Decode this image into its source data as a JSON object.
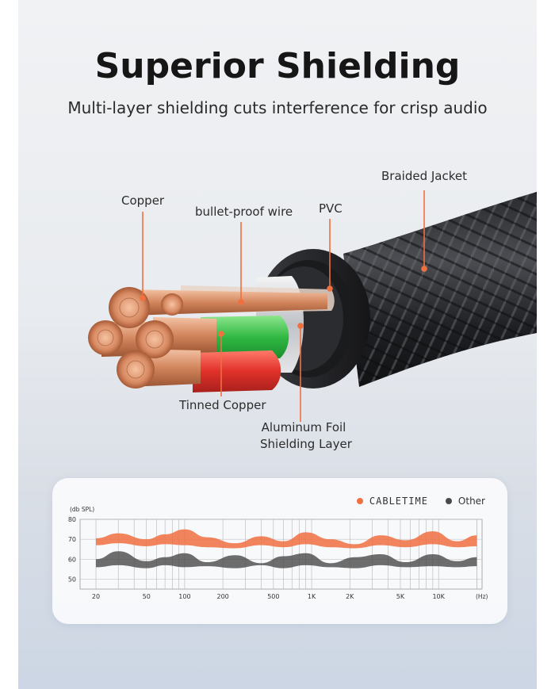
{
  "header": {
    "title": "Superior Shielding",
    "subtitle": "Multi-layer shielding cuts interference for crisp audio"
  },
  "cable_labels": {
    "copper": "Copper",
    "bullet_proof_wire": "bullet-proof wire",
    "pvc": "PVC",
    "braided_jacket": "Braided Jacket",
    "tinned_copper": "Tinned Copper",
    "aluminum_foil_1": "Aluminum Foil",
    "aluminum_foil_2": "Shielding Layer"
  },
  "colors": {
    "accent_orange": "#f0703f",
    "other_gray": "#4a4a4a",
    "wire_green": "#3cc24a",
    "wire_red": "#e33b30",
    "copper": "#d98b62"
  },
  "chart_data": {
    "type": "area",
    "ylabel": "(db SPL)",
    "xlabel": "(Hz)",
    "y_ticks": [
      80,
      70,
      60,
      50
    ],
    "x_ticks": [
      "20",
      "50",
      "100",
      "200",
      "500",
      "1K",
      "2K",
      "5K",
      "10K"
    ],
    "ylim": [
      45,
      80
    ],
    "xscale": "log",
    "grid": true,
    "legend_position": "top-right",
    "series": [
      {
        "name": "CABLETIME",
        "color": "#f0703f",
        "x": [
          20,
          30,
          50,
          70,
          100,
          150,
          250,
          400,
          600,
          900,
          1400,
          2200,
          3500,
          5500,
          9000,
          14000,
          20000
        ],
        "upper": [
          70.5,
          73,
          70,
          72.5,
          75,
          71,
          68,
          71.5,
          69,
          73.5,
          70,
          67.5,
          72,
          69.5,
          74,
          69,
          72
        ],
        "lower": [
          67,
          68,
          66.5,
          67.5,
          67,
          66,
          65.5,
          67,
          66,
          67.5,
          66,
          65.5,
          67,
          66,
          67.5,
          66,
          66.5
        ]
      },
      {
        "name": "Other",
        "color": "#4a4a4a",
        "x": [
          20,
          30,
          50,
          70,
          100,
          150,
          250,
          400,
          600,
          900,
          1400,
          2200,
          3500,
          5500,
          9000,
          14000,
          20000
        ],
        "upper": [
          60,
          64,
          59,
          61,
          63,
          58.5,
          62,
          58,
          61.5,
          63,
          58,
          61,
          62.5,
          58.5,
          62.5,
          59,
          61
        ],
        "lower": [
          56,
          57,
          55.5,
          57,
          56,
          56.5,
          55.5,
          57,
          55.5,
          57,
          56,
          55.5,
          57,
          56,
          56.5,
          56,
          56.5
        ]
      }
    ]
  },
  "legend": {
    "brand": "CABLETIME",
    "other": "Other"
  }
}
